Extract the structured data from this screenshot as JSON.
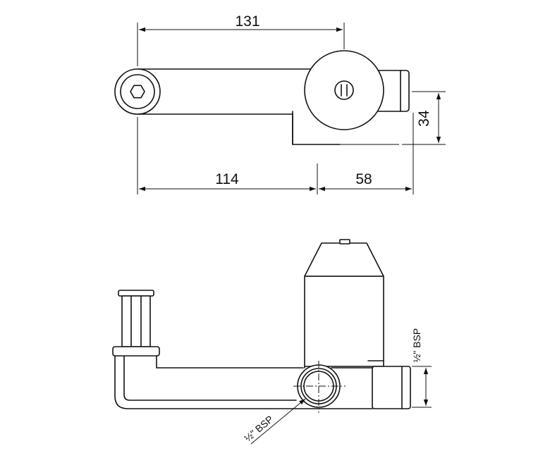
{
  "top_view": {
    "dimensions": {
      "overall_length": "131",
      "left_length": "114",
      "right_length": "58",
      "height": "34"
    }
  },
  "side_view": {
    "labels": {
      "outlet_thread": "½\" BSP",
      "inlet_thread": "½\" BSP"
    }
  }
}
